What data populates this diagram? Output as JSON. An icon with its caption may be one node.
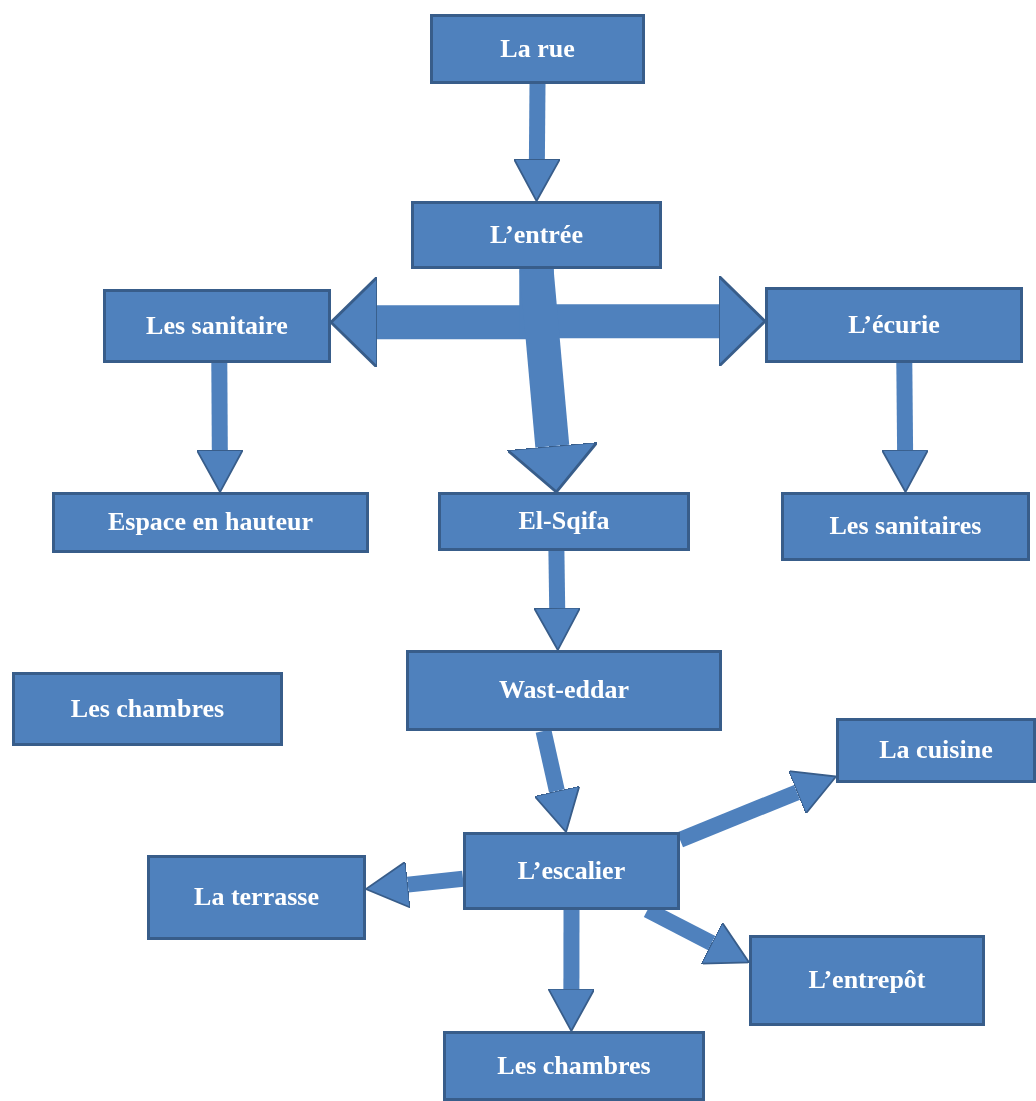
{
  "diagram": {
    "nodes": [
      {
        "text": [
          "La rue"
        ]
      },
      {
        "text": [
          "L’entrée"
        ]
      },
      {
        "text": [
          "Les sanitaire"
        ]
      },
      {
        "text": [
          "L’écurie"
        ]
      },
      {
        "text": [
          "Espace en hauteur"
        ]
      },
      {
        "text": [
          "El-Sqifa"
        ]
      },
      {
        "text": [
          "Les sanitaires"
        ]
      },
      {
        "text": [
          "Les chambres"
        ]
      },
      {
        "text": [
          "Wast-eddar"
        ]
      },
      {
        "text": [
          "La cuisine"
        ]
      },
      {
        "text": [
          "L’escalier"
        ]
      },
      {
        "text": [
          "La terrasse"
        ]
      },
      {
        "text": [
          "L’entrepôt"
        ]
      },
      {
        "text": [
          "Les chambres"
        ]
      }
    ],
    "edges": [
      {
        "from": 0,
        "to": 1,
        "arrow": "to"
      },
      {
        "from": 1,
        "to": 2,
        "arrow": "to",
        "style": "thick"
      },
      {
        "from": 1,
        "to": 3,
        "arrow": "to",
        "style": "thick"
      },
      {
        "from": 1,
        "to": 5,
        "arrow": "to",
        "style": "thick"
      },
      {
        "from": 2,
        "to": 4,
        "arrow": "to"
      },
      {
        "from": 3,
        "to": 6,
        "arrow": "to"
      },
      {
        "from": 5,
        "to": 8,
        "arrow": "to"
      },
      {
        "from": 8,
        "to": 10,
        "arrow": "to"
      },
      {
        "from": 10,
        "to": 9,
        "arrow": "to"
      },
      {
        "from": 10,
        "to": 11,
        "arrow": "to"
      },
      {
        "from": 10,
        "to": 12,
        "arrow": "to"
      },
      {
        "from": 10,
        "to": 13,
        "arrow": "to"
      }
    ]
  }
}
